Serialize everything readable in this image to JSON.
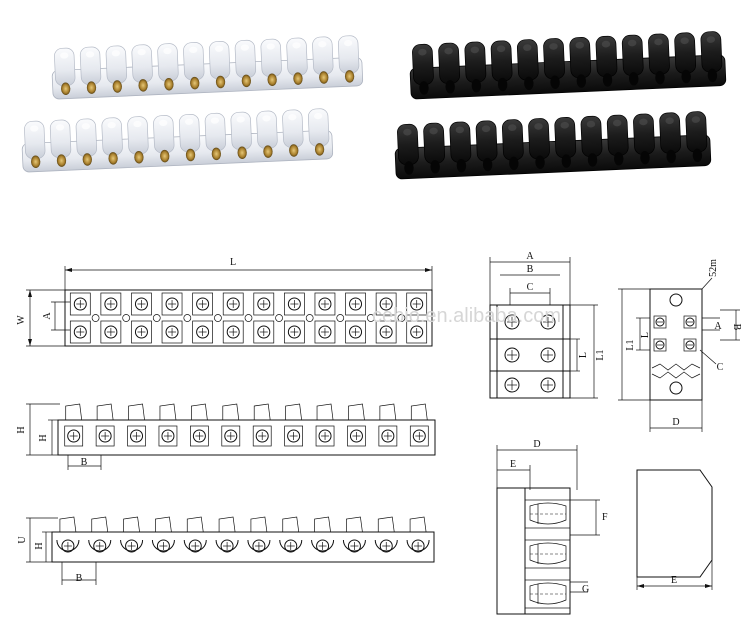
{
  "colors": {
    "white_strip": "#eef0f5",
    "black_strip": "#1a1a1a",
    "brass": "#b8923a",
    "line": "#111111"
  },
  "photos": {
    "white_strips": 2,
    "black_strips": 2,
    "terminals_per_strip": 12
  },
  "top_view": {
    "terminals": 12,
    "dim_length": "L",
    "dim_width": "W",
    "dim_row": "A"
  },
  "side_view_h": {
    "terminals": 12,
    "dim_height": "H",
    "dim_height_inner": "H",
    "dim_pitch": "B"
  },
  "side_view_u": {
    "terminals": 12,
    "dim_height": "U",
    "dim_height_inner": "H",
    "dim_pitch": "B"
  },
  "detail_front": {
    "labels": [
      "A",
      "B",
      "C",
      "L",
      "L1"
    ]
  },
  "detail_side": {
    "labels": [
      "52m",
      "A",
      "B",
      "C",
      "L",
      "L1",
      "D"
    ]
  },
  "section_view": {
    "labels": [
      "D",
      "E",
      "F",
      "G"
    ]
  },
  "outline_view": {
    "labels": [
      "E"
    ]
  },
  "watermark": "cebio.en.alibaba.com"
}
